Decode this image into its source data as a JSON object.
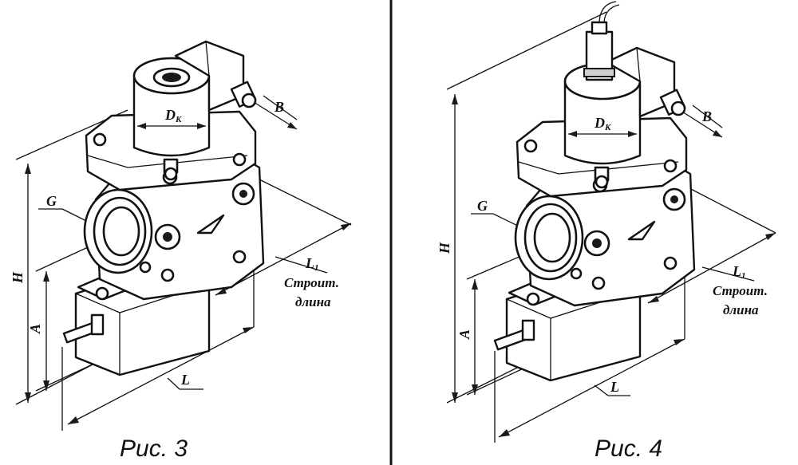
{
  "figures": [
    {
      "caption": "Рис. 3",
      "labels": {
        "dk": "D",
        "dk_sub": "К",
        "b": "B",
        "g": "G",
        "h": "H",
        "a": "A",
        "l": "L",
        "l1": "L",
        "l1_sub": "1",
        "note_1": "Строит.",
        "note_2": "длина"
      }
    },
    {
      "caption": "Рис. 4",
      "labels": {
        "dk": "D",
        "dk_sub": "К",
        "b": "B",
        "g": "G",
        "h": "H",
        "a": "A",
        "l": "L",
        "l1": "L",
        "l1_sub": "1",
        "note_1": "Строит.",
        "note_2": "длина"
      }
    }
  ]
}
